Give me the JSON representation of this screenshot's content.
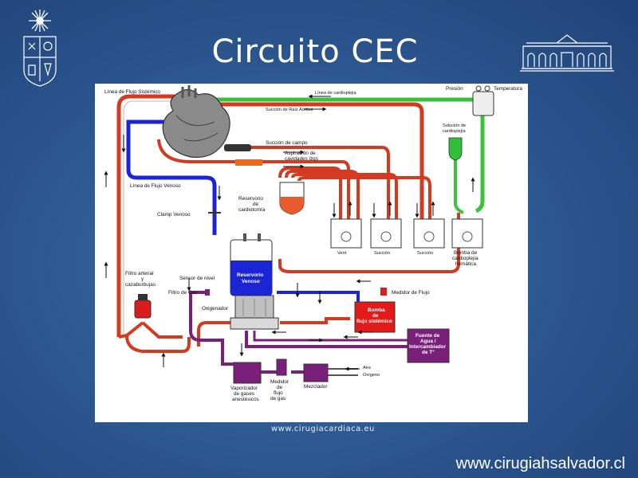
{
  "slide": {
    "title": "Circuito CEC",
    "credit": "www.cirugiacardiaca.eu",
    "website": "www.cirugiahsalvador.cl"
  },
  "diagram": {
    "labels": {
      "linea_flujo_sistemico": "Línea de Flujo Sistémico",
      "linea_cardioplejia": "Línea de cardioplejia",
      "presion": "Presión",
      "temperatura": "Temperatura",
      "succion_raiz_aortica": "Succión de Raíz Aórtica",
      "solucion_cardioplejia_1": "Solución de",
      "solucion_cardioplejia_2": "cardioplejía",
      "succion_campo": "Succión de campo",
      "aspiracion_1": "Aspiración de",
      "aspiracion_2": "cavidades izqs",
      "linea_flujo_venoso": "Línea de Flujo Venoso",
      "reservorio_cardiotomia_1": "Reservorio",
      "reservorio_cardiotomia_2": "de",
      "reservorio_cardiotomia_3": "cardiotomía",
      "clamp_venoso": "Clamp Venoso",
      "vent": "Vent",
      "succion_1": "Succión",
      "succion_2": "Succión",
      "bomba_cardioplejia_1": "Bomba de",
      "bomba_cardioplejia_2": "cardioplejía",
      "bomba_cardioplejia_3": "hemática",
      "filtro_arterial_1": "Filtro arterial",
      "filtro_arterial_2": "y",
      "filtro_arterial_3": "cazaburbujas",
      "sensor_nivel": "Sensor de nivel",
      "reservorio_venoso_1": "Reservorio",
      "reservorio_venoso_2": "Venoso",
      "filtro_gas": "Filtro de Gas",
      "medidor_flujo": "Medidor de Flujo",
      "oxigenador": "Oxigenador",
      "bomba_sistemico_1": "Bomba",
      "bomba_sistemico_2": "de",
      "bomba_sistemico_3": "flujo sistémico",
      "fuente_agua_1": "Fuente de",
      "fuente_agua_2": "Agua /",
      "fuente_agua_3": "Intercambiador",
      "fuente_agua_4": "de T°",
      "aire": "Aire",
      "oxigeno": "Oxígeno",
      "vaporizador_1": "Vaporizador",
      "vaporizador_2": "de gases",
      "vaporizador_3": "anestésicos",
      "medidor_gas_1": "Medidor",
      "medidor_gas_2": "de",
      "medidor_gas_3": "flujo",
      "medidor_gas_4": "de gas",
      "mezclador": "Mezclador"
    }
  }
}
